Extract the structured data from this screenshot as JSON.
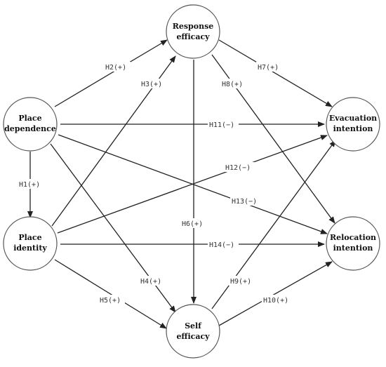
{
  "nodes": {
    "place_dependence": {
      "line1": "Place",
      "line2": "dependence"
    },
    "place_identity": {
      "line1": "Place",
      "line2": "identity"
    },
    "response_efficacy": {
      "line1": "Response",
      "line2": "efficacy"
    },
    "self_efficacy": {
      "line1": "Self",
      "line2": "efficacy"
    },
    "evacuation_intention": {
      "line1": "Evacuation",
      "line2": "intention"
    },
    "relocation_intention": {
      "line1": "Relocation",
      "line2": "intention"
    }
  },
  "edges": {
    "h1": "H1(+)",
    "h2": "H2(+)",
    "h3": "H3(+)",
    "h4": "H4(+)",
    "h5": "H5(+)",
    "h6": "H6(+)",
    "h7": "H7(+)",
    "h8": "H8(+)",
    "h9": "H9(+)",
    "h10": "H10(+)",
    "h11": "H11(−)",
    "h12": "H12(−)",
    "h13": "H13(−)",
    "h14": "H14(−)"
  },
  "colors": {
    "line": "#222222",
    "circle_stroke": "#555555"
  }
}
